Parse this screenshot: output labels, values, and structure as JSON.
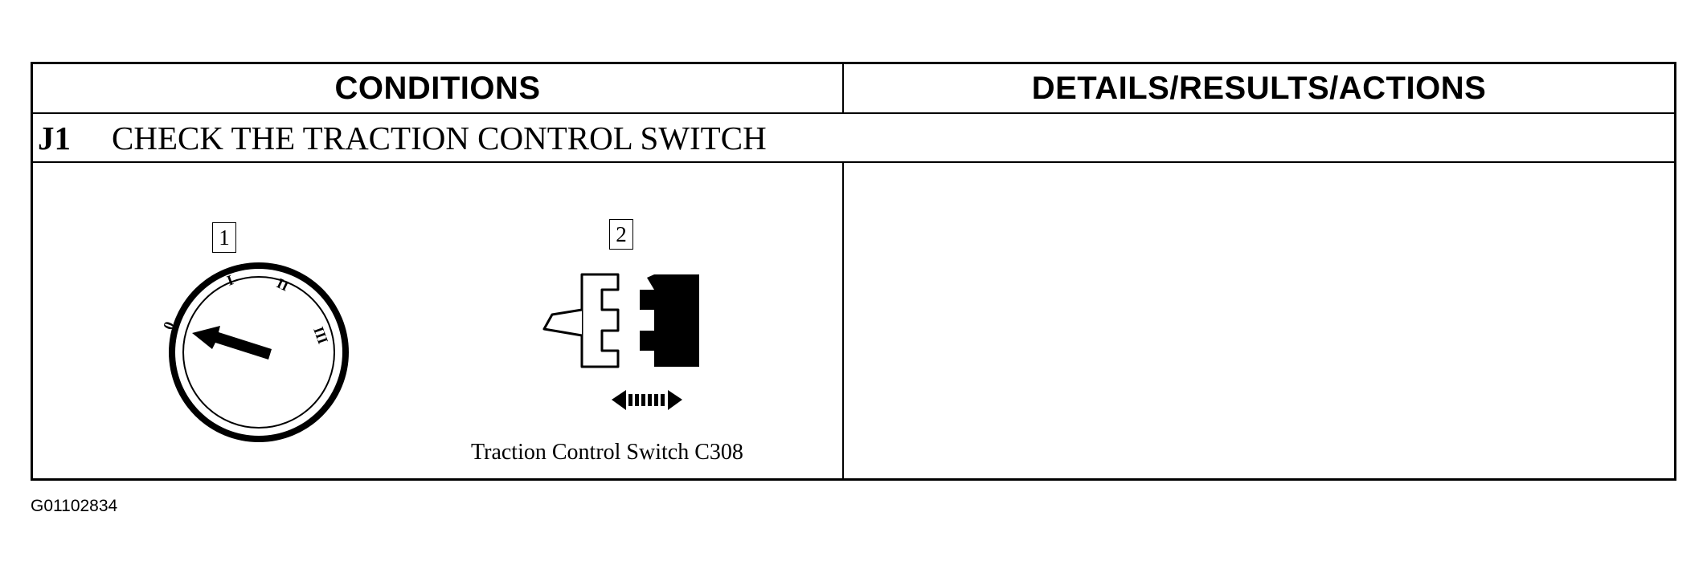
{
  "header": {
    "conditions": "CONDITIONS",
    "details": "DETAILS/RESULTS/ACTIONS"
  },
  "step": {
    "code": "J1",
    "title": "CHECK THE TRACTION CONTROL SWITCH"
  },
  "figures": {
    "fig1_label": "1",
    "fig2_label": "2",
    "dial_marks": [
      "0",
      "I",
      "II",
      "III"
    ],
    "caption": "Traction Control Switch C308"
  },
  "footer": {
    "figure_id": "G01102834"
  }
}
